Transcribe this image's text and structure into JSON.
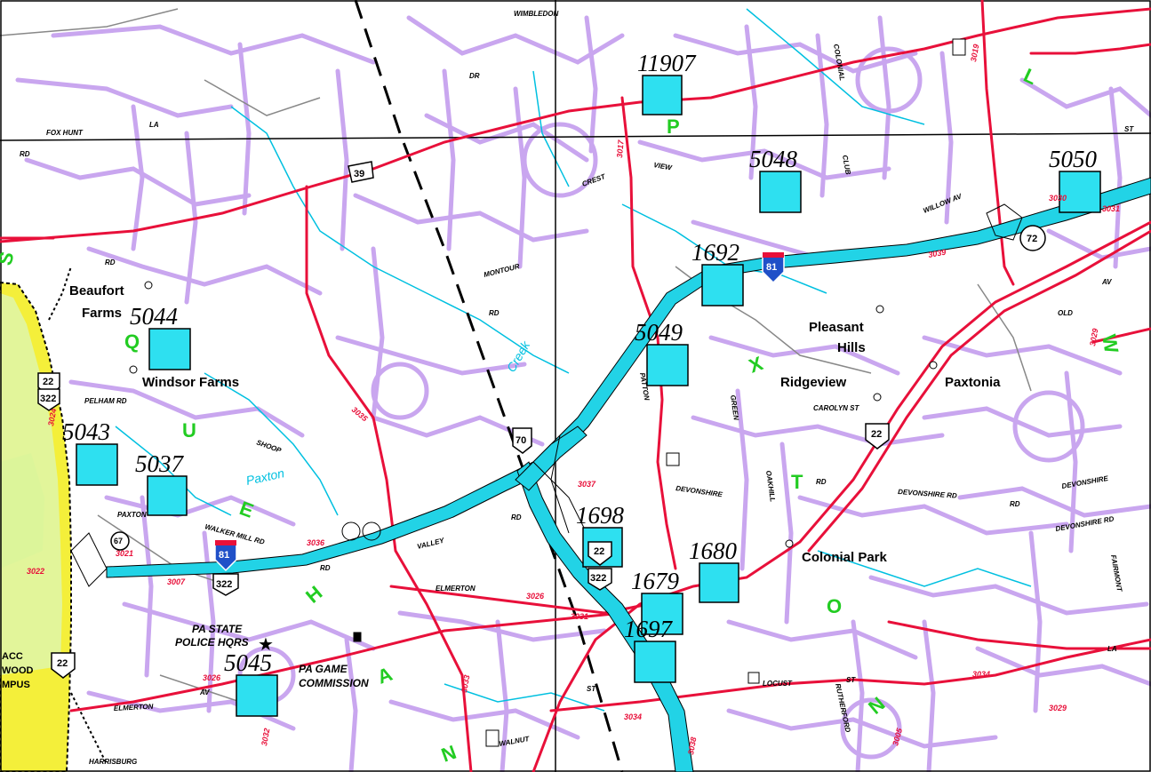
{
  "colors": {
    "background": "#ffffff",
    "streets": "#c9a6ef",
    "major_roads": "#e8103a",
    "interstate": "#22d3e6",
    "water": "#00c0e0",
    "station_fill": "#2ee0f0",
    "zone_letters": "#22cc22",
    "campus_fill": "#f4ef3a",
    "river_fill": "#e2f59a",
    "grid_lines": "#000000"
  },
  "stations": [
    {
      "id": "11907"
    },
    {
      "id": "5048"
    },
    {
      "id": "5050"
    },
    {
      "id": "1692"
    },
    {
      "id": "5044"
    },
    {
      "id": "5049"
    },
    {
      "id": "5043"
    },
    {
      "id": "5037"
    },
    {
      "id": "1698"
    },
    {
      "id": "1680"
    },
    {
      "id": "1679"
    },
    {
      "id": "1697"
    },
    {
      "id": "5045"
    }
  ],
  "places": [
    {
      "name": "Beaufort"
    },
    {
      "name": "Farms"
    },
    {
      "name": "Windsor Farms"
    },
    {
      "name": "Pleasant"
    },
    {
      "name": "Hills"
    },
    {
      "name": "Ridgeview"
    },
    {
      "name": "Paxtonia"
    },
    {
      "name": "Colonial Park"
    }
  ],
  "landmarks": [
    {
      "name": "PA STATE"
    },
    {
      "name": "POLICE HQRS"
    },
    {
      "name": "PA GAME"
    },
    {
      "name": "COMMISSION"
    }
  ],
  "campus": [
    "ACC",
    "WOOD",
    "MPUS"
  ],
  "water": [
    {
      "name": "Paxton"
    },
    {
      "name": "Creek"
    }
  ],
  "streets": [
    {
      "name": "WIMBLEDON"
    },
    {
      "name": "DR"
    },
    {
      "name": "DEVONSHIRE"
    },
    {
      "name": "DEVONSHIRE RD"
    },
    {
      "name": "ELMERTON"
    },
    {
      "name": "VALLEY"
    },
    {
      "name": "PELHAM RD"
    },
    {
      "name": "WALKER MILL RD"
    },
    {
      "name": "LOCUST"
    },
    {
      "name": "CAROLYN ST"
    },
    {
      "name": "WILLOW AV"
    },
    {
      "name": "OLD"
    },
    {
      "name": "HARRISBURG"
    },
    {
      "name": "WALNUT"
    },
    {
      "name": "SHOOP"
    },
    {
      "name": "PAXTON"
    },
    {
      "name": "CREST"
    },
    {
      "name": "VIEW"
    },
    {
      "name": "MONTOUR"
    },
    {
      "name": "COLONIAL"
    },
    {
      "name": "CLUB"
    },
    {
      "name": "FOX HUNT"
    },
    {
      "name": "RUTHERFORD"
    },
    {
      "name": "FAIRMONT"
    },
    {
      "name": "ST"
    },
    {
      "name": "RD"
    },
    {
      "name": "LA"
    },
    {
      "name": "AV"
    },
    {
      "name": "PATTON"
    },
    {
      "name": "GREEN"
    },
    {
      "name": "OAKHILL"
    }
  ],
  "route_numbers": [
    {
      "label": "3019"
    },
    {
      "label": "3017"
    },
    {
      "label": "3030"
    },
    {
      "label": "3031"
    },
    {
      "label": "3039"
    },
    {
      "label": "3029"
    },
    {
      "label": "3024"
    },
    {
      "label": "3035"
    },
    {
      "label": "3021"
    },
    {
      "label": "3007"
    },
    {
      "label": "3022"
    },
    {
      "label": "3036"
    },
    {
      "label": "3026"
    },
    {
      "label": "3026"
    },
    {
      "label": "3031"
    },
    {
      "label": "3034"
    },
    {
      "label": "3034"
    },
    {
      "label": "3037"
    },
    {
      "label": "3029"
    },
    {
      "label": "3033"
    },
    {
      "label": "3038"
    },
    {
      "label": "3032"
    },
    {
      "label": "3005"
    }
  ],
  "shields": [
    {
      "label": "39"
    },
    {
      "label": "72"
    },
    {
      "label": "70"
    },
    {
      "label": "81"
    },
    {
      "label": "81"
    },
    {
      "label": "22"
    },
    {
      "label": "322"
    },
    {
      "label": "22"
    },
    {
      "label": "22"
    },
    {
      "label": "322"
    },
    {
      "label": "322"
    },
    {
      "label": "22"
    },
    {
      "label": "67"
    }
  ],
  "zone_letters": [
    {
      "letter": "L"
    },
    {
      "letter": "P"
    },
    {
      "letter": "S"
    },
    {
      "letter": "Q"
    },
    {
      "letter": "U"
    },
    {
      "letter": "E"
    },
    {
      "letter": "H"
    },
    {
      "letter": "A"
    },
    {
      "letter": "N"
    },
    {
      "letter": "X"
    },
    {
      "letter": "T"
    },
    {
      "letter": "O"
    },
    {
      "letter": "N"
    },
    {
      "letter": "W"
    }
  ]
}
